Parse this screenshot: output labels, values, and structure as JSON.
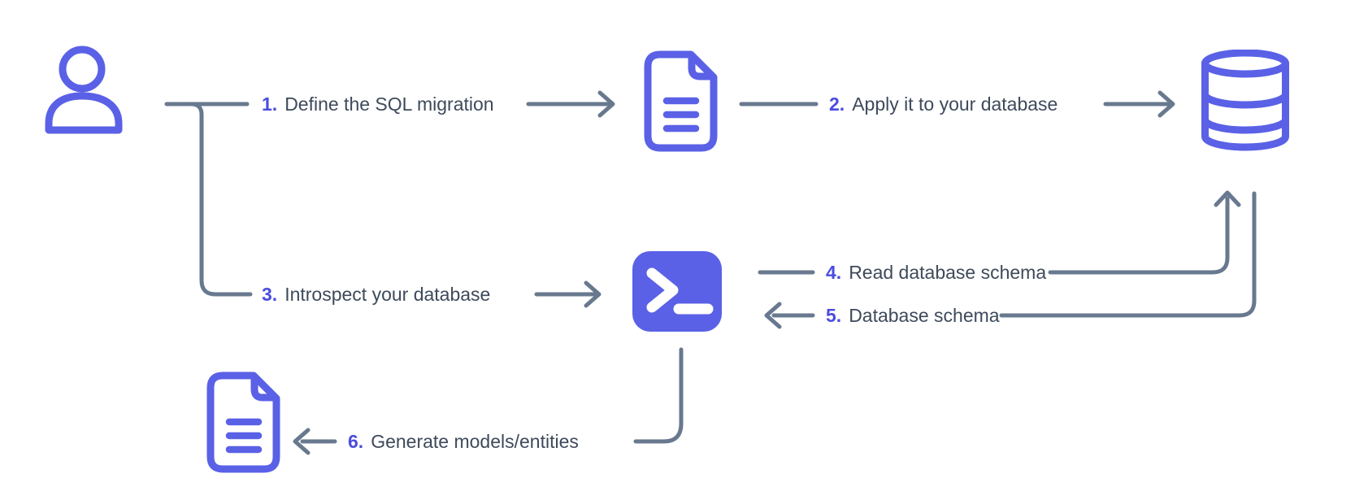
{
  "diagram": {
    "type": "flow-diagram",
    "colors": {
      "accent_indigo": "#5a61e6",
      "connector_gray": "#68798f",
      "label_text": "#3e4a5b",
      "step_number": "#4a4cdf",
      "terminal_glyph": "#ffffff",
      "background": "#ffffff"
    },
    "nodes": {
      "user": {
        "icon": "user-icon"
      },
      "migration_file": {
        "icon": "file-text-icon"
      },
      "database": {
        "icon": "database-icon"
      },
      "terminal": {
        "icon": "terminal-icon"
      },
      "models_file": {
        "icon": "file-text-icon"
      }
    },
    "steps": [
      {
        "number": "1.",
        "label": "Define the SQL migration",
        "from": "user",
        "to": "migration-file"
      },
      {
        "number": "2.",
        "label": "Apply it to your database",
        "from": "migration-file",
        "to": "database"
      },
      {
        "number": "3.",
        "label": "Introspect your database",
        "from": "user",
        "to": "terminal"
      },
      {
        "number": "4.",
        "label": "Read database schema",
        "from": "terminal",
        "to": "database"
      },
      {
        "number": "5.",
        "label": "Database schema",
        "from": "database",
        "to": "terminal"
      },
      {
        "number": "6.",
        "label": "Generate models/entities",
        "from": "terminal",
        "to": "models-file"
      }
    ]
  }
}
